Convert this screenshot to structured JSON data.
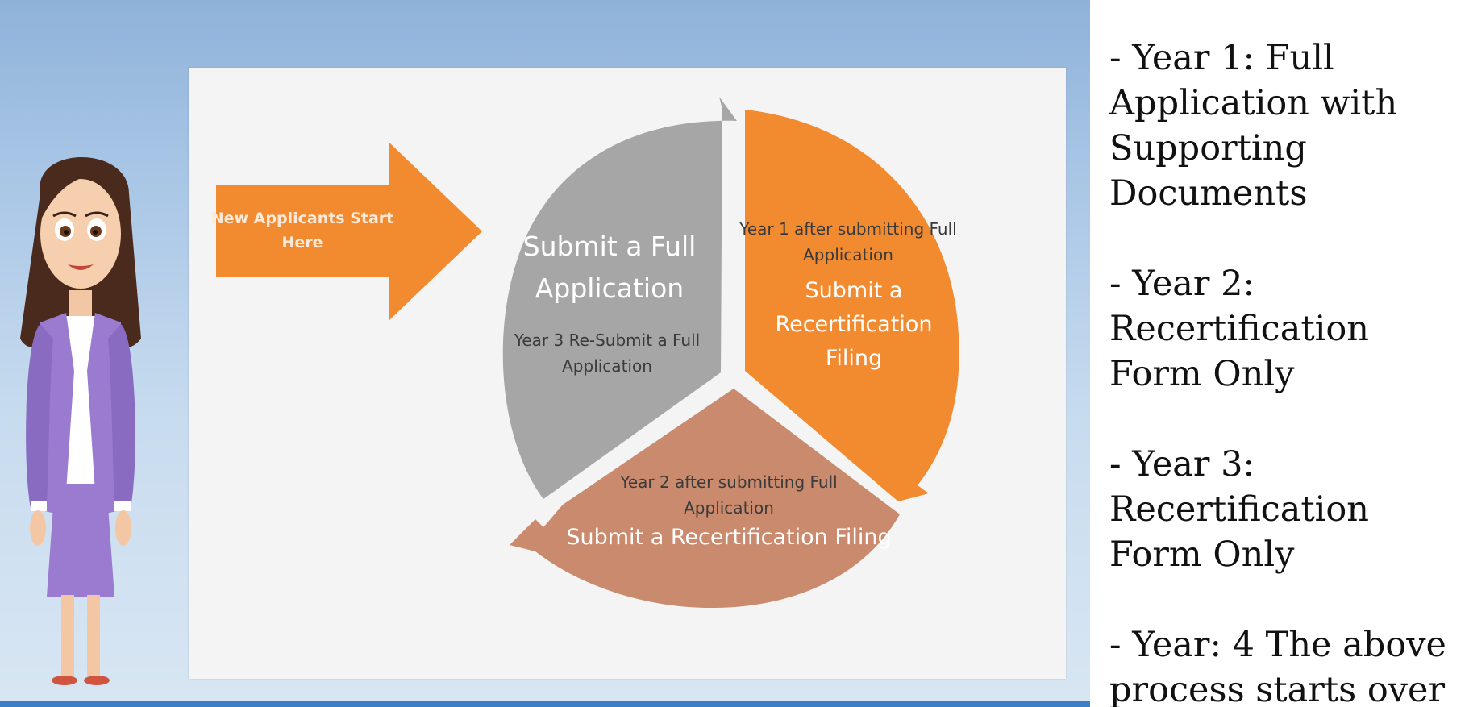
{
  "diagram": {
    "arrow": {
      "label": "New Applicants Start Here"
    },
    "segment_gray": {
      "title": "Submit a Full Application",
      "note": "Year 3 Re-Submit a Full Application"
    },
    "segment_orange": {
      "note": "Year 1 after submitting Full Application",
      "title": "Submit a Recertification Filing"
    },
    "segment_brown": {
      "note": "Year 2 after submitting Full Application",
      "title": "Submit a Recertification Filing"
    }
  },
  "side_notes": [
    "- Year 1: Full Application with Supporting Documents",
    "- Year 2: Recertification Form Only",
    "- Year 3: Recertification Form Only",
    "- Year: 4 The above process starts over"
  ],
  "colors": {
    "gray": "#a6a6a6",
    "orange": "#f28a30",
    "brown": "#c98a6e",
    "arrow": "#f28a30",
    "suit": "#9b7bd0"
  },
  "icons": {
    "presenter": "cartoon-woman-presenter"
  }
}
